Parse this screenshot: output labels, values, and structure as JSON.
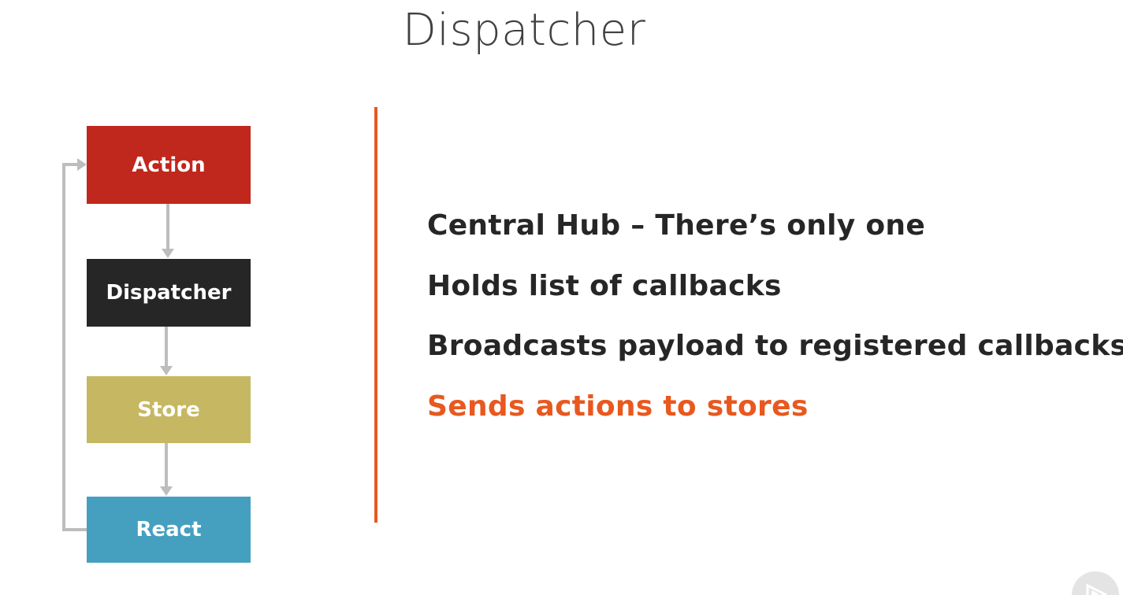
{
  "slide": {
    "title": "Dispatcher"
  },
  "flow": {
    "boxes": [
      {
        "label": "Action",
        "color": "#c0271d"
      },
      {
        "label": "Dispatcher",
        "color": "#262626"
      },
      {
        "label": "Store",
        "color": "#c6b862"
      },
      {
        "label": "React",
        "color": "#45a0c0"
      }
    ],
    "arrow_color": "#bdbdbd",
    "loop_back": "React → Action"
  },
  "divider": {
    "color": "#e8581f"
  },
  "bullets": [
    {
      "text": "Central Hub – There’s only one",
      "color": "#262626"
    },
    {
      "text": "Holds list of callbacks",
      "color": "#262626"
    },
    {
      "text": "Broadcasts payload to registered callbacks",
      "color": "#262626"
    },
    {
      "text": "Sends actions to stores",
      "color": "#e8581f"
    }
  ],
  "badge": {
    "icon": "play-logo-icon",
    "color": "#e4e4e4"
  }
}
